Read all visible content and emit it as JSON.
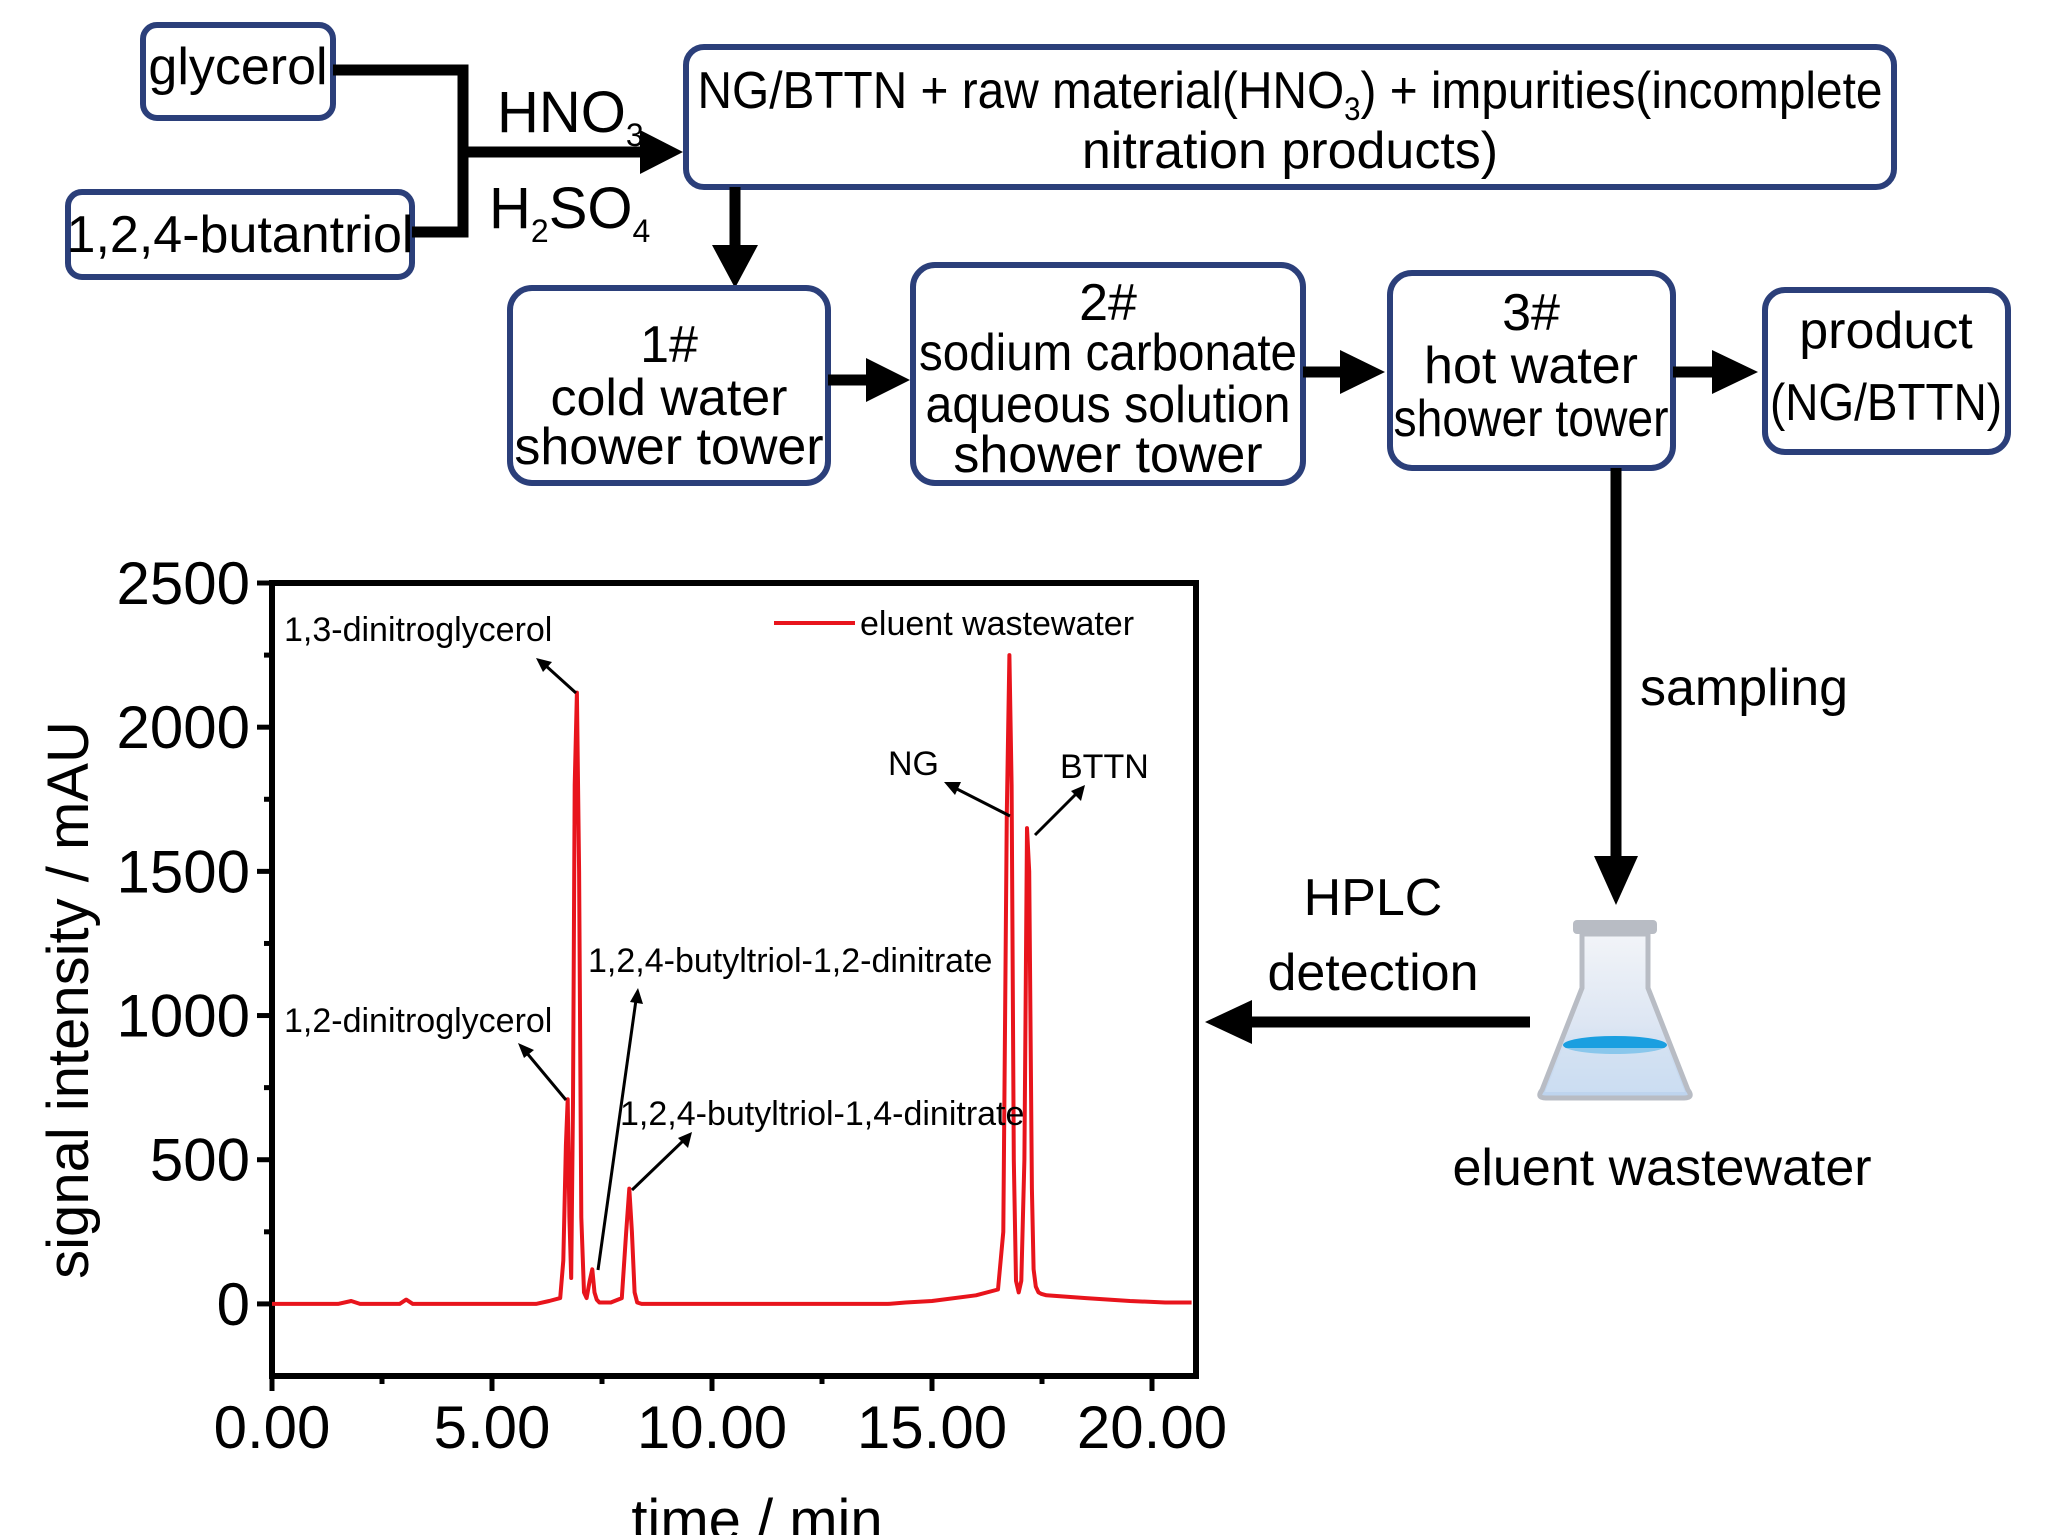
{
  "flow": {
    "start_nodes": [
      "glycerol",
      "1,2,4-butantriol"
    ],
    "reagent_1": "HNO",
    "reagent_1_sub": "3",
    "reagent_2_pre": "H",
    "reagent_2_sub": "2",
    "reagent_2_mid": "SO",
    "reagent_2_sub2": "4",
    "nitration_output": {
      "line1_a": "NG/BTTN + raw material(HNO",
      "line1_sub": "3",
      "line1_b": ") + impurities(incomplete",
      "line2": "nitration products)"
    },
    "towers": [
      {
        "lines": [
          "1#",
          "cold water",
          "shower tower"
        ]
      },
      {
        "lines": [
          "2#",
          "sodium carbonate",
          "aqueous solution",
          "shower tower"
        ]
      },
      {
        "lines": [
          "3#",
          "hot water",
          "shower tower"
        ]
      }
    ],
    "product": {
      "lines": [
        "product",
        "(NG/BTTN)"
      ]
    },
    "sampling_label": "sampling",
    "sample_label": "eluent wastewater",
    "detection_label": [
      "HPLC",
      "detection"
    ]
  },
  "colors": {
    "box_border": "#2b3f7a",
    "signal_line": "#e8141c",
    "flask_liquid": "#1a9fe0"
  },
  "icons": {
    "sample_container": "erlenmeyer-flask-icon"
  },
  "chart_data": {
    "type": "line",
    "xlabel": "time / min",
    "ylabel": "signal intensity / mAU",
    "xlim": [
      0,
      21
    ],
    "ylim": [
      -250,
      2500
    ],
    "x_ticks": [
      0,
      5,
      10,
      15,
      20
    ],
    "x_tick_labels": [
      "0.00",
      "5.00",
      "10.00",
      "15.00",
      "20.00"
    ],
    "y_ticks": [
      0,
      500,
      1000,
      1500,
      2000,
      2500
    ],
    "y_tick_labels": [
      "0",
      "500",
      "1000",
      "1500",
      "2000",
      "2500"
    ],
    "legend": "top-right",
    "grid": false,
    "series": [
      {
        "name": "eluent wastewater",
        "x": [
          0.0,
          1.5,
          1.8,
          2.0,
          2.9,
          3.05,
          3.2,
          4.0,
          5.0,
          6.0,
          6.3,
          6.55,
          6.62,
          6.68,
          6.72,
          6.76,
          6.8,
          6.84,
          6.88,
          6.93,
          6.98,
          7.03,
          7.09,
          7.15,
          7.22,
          7.28,
          7.33,
          7.38,
          7.44,
          7.5,
          7.7,
          7.95,
          8.05,
          8.12,
          8.18,
          8.24,
          8.3,
          8.4,
          8.6,
          10.0,
          12.0,
          14.0,
          14.4,
          15.0,
          16.0,
          16.5,
          16.62,
          16.7,
          16.76,
          16.81,
          16.86,
          16.91,
          16.97,
          17.03,
          17.1,
          17.16,
          17.21,
          17.27,
          17.31,
          17.36,
          17.42,
          17.48,
          17.6,
          18.5,
          19.5,
          20.3,
          20.9
        ],
        "values": [
          0,
          0,
          10,
          0,
          0,
          15,
          0,
          0,
          0,
          0,
          10,
          20,
          150,
          550,
          710,
          300,
          90,
          700,
          1800,
          2120,
          1500,
          300,
          40,
          20,
          80,
          120,
          40,
          15,
          5,
          5,
          5,
          20,
          250,
          400,
          250,
          40,
          5,
          0,
          0,
          0,
          0,
          0,
          5,
          10,
          30,
          50,
          250,
          1700,
          2250,
          1800,
          500,
          80,
          40,
          80,
          500,
          1650,
          1500,
          400,
          120,
          60,
          40,
          35,
          30,
          20,
          10,
          5,
          5
        ]
      }
    ],
    "annotations": [
      "1,3-dinitroglycerol",
      "1,2-dinitroglycerol",
      "1,2,4-butyltriol-1,2-dinitrate",
      "1,2,4-butyltriol-1,4-dinitrate",
      "NG",
      "BTTN"
    ]
  }
}
